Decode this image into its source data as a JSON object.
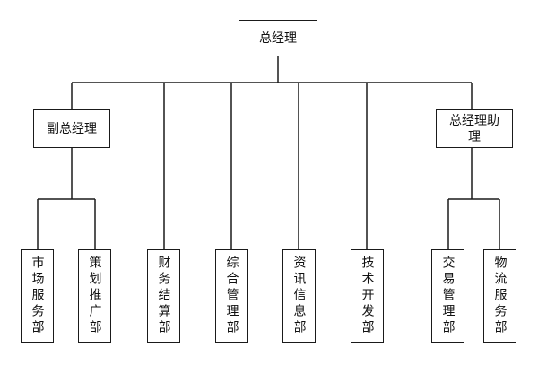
{
  "root": {
    "label": "总经理"
  },
  "vice": {
    "label": "副总经理"
  },
  "assistant": {
    "line1": "总经理助",
    "line2": "理"
  },
  "departments": [
    "市场服务部",
    "策划推广部",
    "财务结算部",
    "综合管理部",
    "资讯信息部",
    "技术开发部",
    "交易管理部",
    "物流服务部"
  ],
  "colors": {
    "line": "#1a1a1a",
    "box_border": "#1a1a1a",
    "text": "#111111"
  }
}
